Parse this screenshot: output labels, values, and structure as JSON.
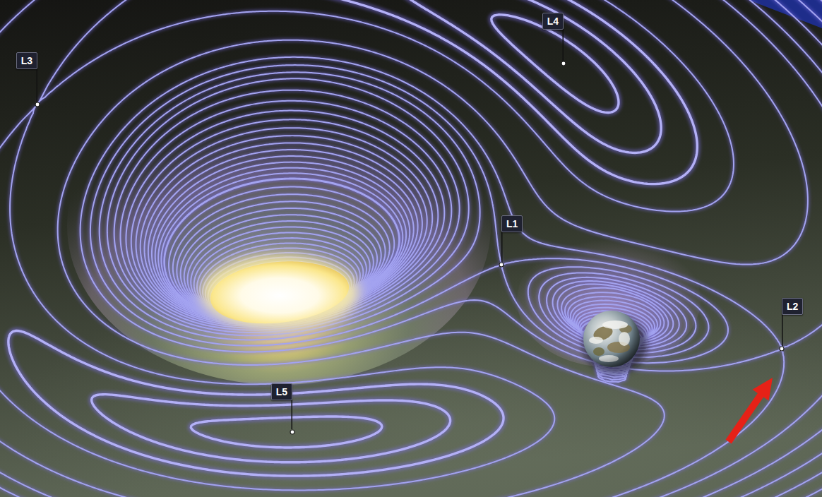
{
  "diagram": {
    "nodes": [
      {
        "text": [
          "L4"
        ]
      },
      {
        "text": [
          "L3"
        ]
      },
      {
        "text": [
          "L1"
        ]
      },
      {
        "text": [
          "L2"
        ]
      },
      {
        "text": [
          "L5"
        ]
      }
    ]
  }
}
